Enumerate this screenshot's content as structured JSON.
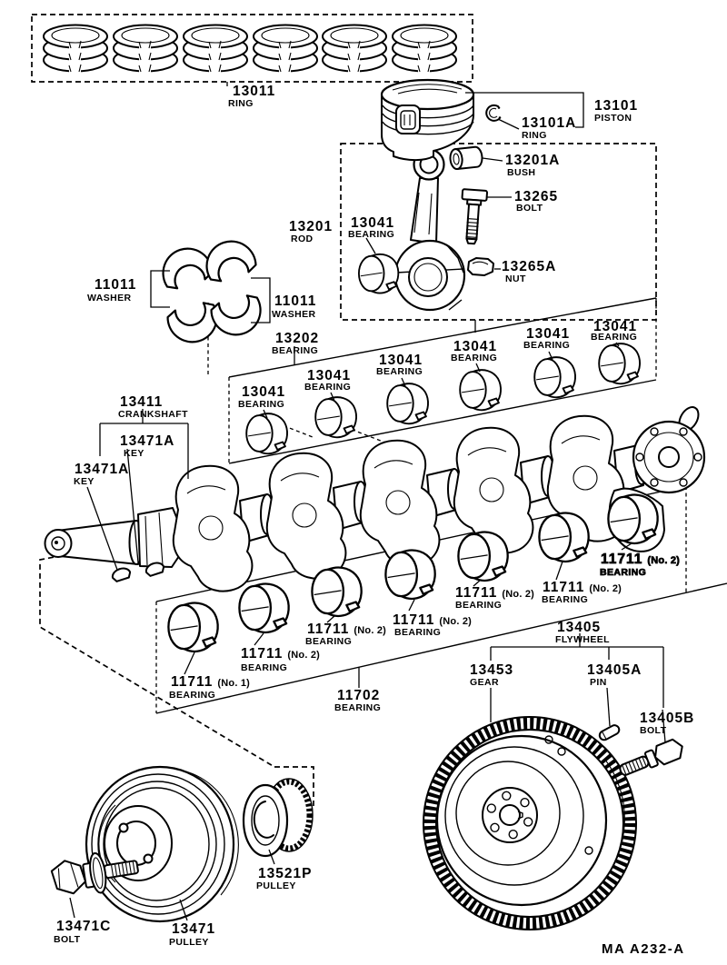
{
  "page": {
    "footer_code": "MA A232-A"
  },
  "parts": {
    "ring_set": {
      "num": "13011",
      "name": "RING"
    },
    "piston": {
      "num": "13101",
      "name": "PISTON"
    },
    "piston_ring": {
      "num": "13101A",
      "name": "RING"
    },
    "bush": {
      "num": "13201A",
      "name": "BUSH"
    },
    "rod": {
      "num": "13201",
      "name": "ROD"
    },
    "rod_bolt": {
      "num": "13265",
      "name": "BOLT"
    },
    "rod_nut": {
      "num": "13265A",
      "name": "NUT"
    },
    "rod_bearing": {
      "num": "13041",
      "name": "BEARING"
    },
    "washer_left": {
      "num": "11011",
      "name": "WASHER"
    },
    "washer_right": {
      "num": "11011",
      "name": "WASHER"
    },
    "rod_bearing_set": {
      "num": "13202",
      "name": "BEARING"
    },
    "rod_bearings": [
      {
        "num": "13041",
        "name": "BEARING"
      },
      {
        "num": "13041",
        "name": "BEARING"
      },
      {
        "num": "13041",
        "name": "BEARING"
      },
      {
        "num": "13041",
        "name": "BEARING"
      },
      {
        "num": "13041",
        "name": "BEARING"
      },
      {
        "num": "13041",
        "name": "BEARING"
      }
    ],
    "crankshaft": {
      "num": "13411",
      "name": "CRANKSHAFT"
    },
    "key_a": {
      "num": "13471A",
      "name": "KEY"
    },
    "key_b": {
      "num": "13471A",
      "name": "KEY"
    },
    "main_bearings": [
      {
        "num": "11711",
        "suffix": "(No. 1)",
        "name": "BEARING"
      },
      {
        "num": "11711",
        "suffix": "(No. 2)",
        "name": "BEARING"
      },
      {
        "num": "11711",
        "suffix": "(No. 2)",
        "name": "BEARING"
      },
      {
        "num": "11711",
        "suffix": "(No. 2)",
        "name": "BEARING"
      },
      {
        "num": "11711",
        "suffix": "(No. 2)",
        "name": "BEARING"
      },
      {
        "num": "11711",
        "suffix": "(No. 2)",
        "name": "BEARING"
      },
      {
        "num": "11711",
        "suffix": "(No. 2)",
        "name": "BEARING"
      }
    ],
    "main_bearing_set": {
      "num": "11702",
      "name": "BEARING"
    },
    "flywheel": {
      "num": "13405",
      "name": "FLYWHEEL"
    },
    "gear": {
      "num": "13453",
      "name": "GEAR"
    },
    "pin": {
      "num": "13405A",
      "name": "PIN"
    },
    "flywheel_bolt": {
      "num": "13405B",
      "name": "BOLT"
    },
    "pulley": {
      "num": "13471",
      "name": "PULLEY"
    },
    "pulley_bolt": {
      "num": "13471C",
      "name": "BOLT"
    },
    "timing_pulley": {
      "num": "13521P",
      "name": "PULLEY"
    }
  }
}
